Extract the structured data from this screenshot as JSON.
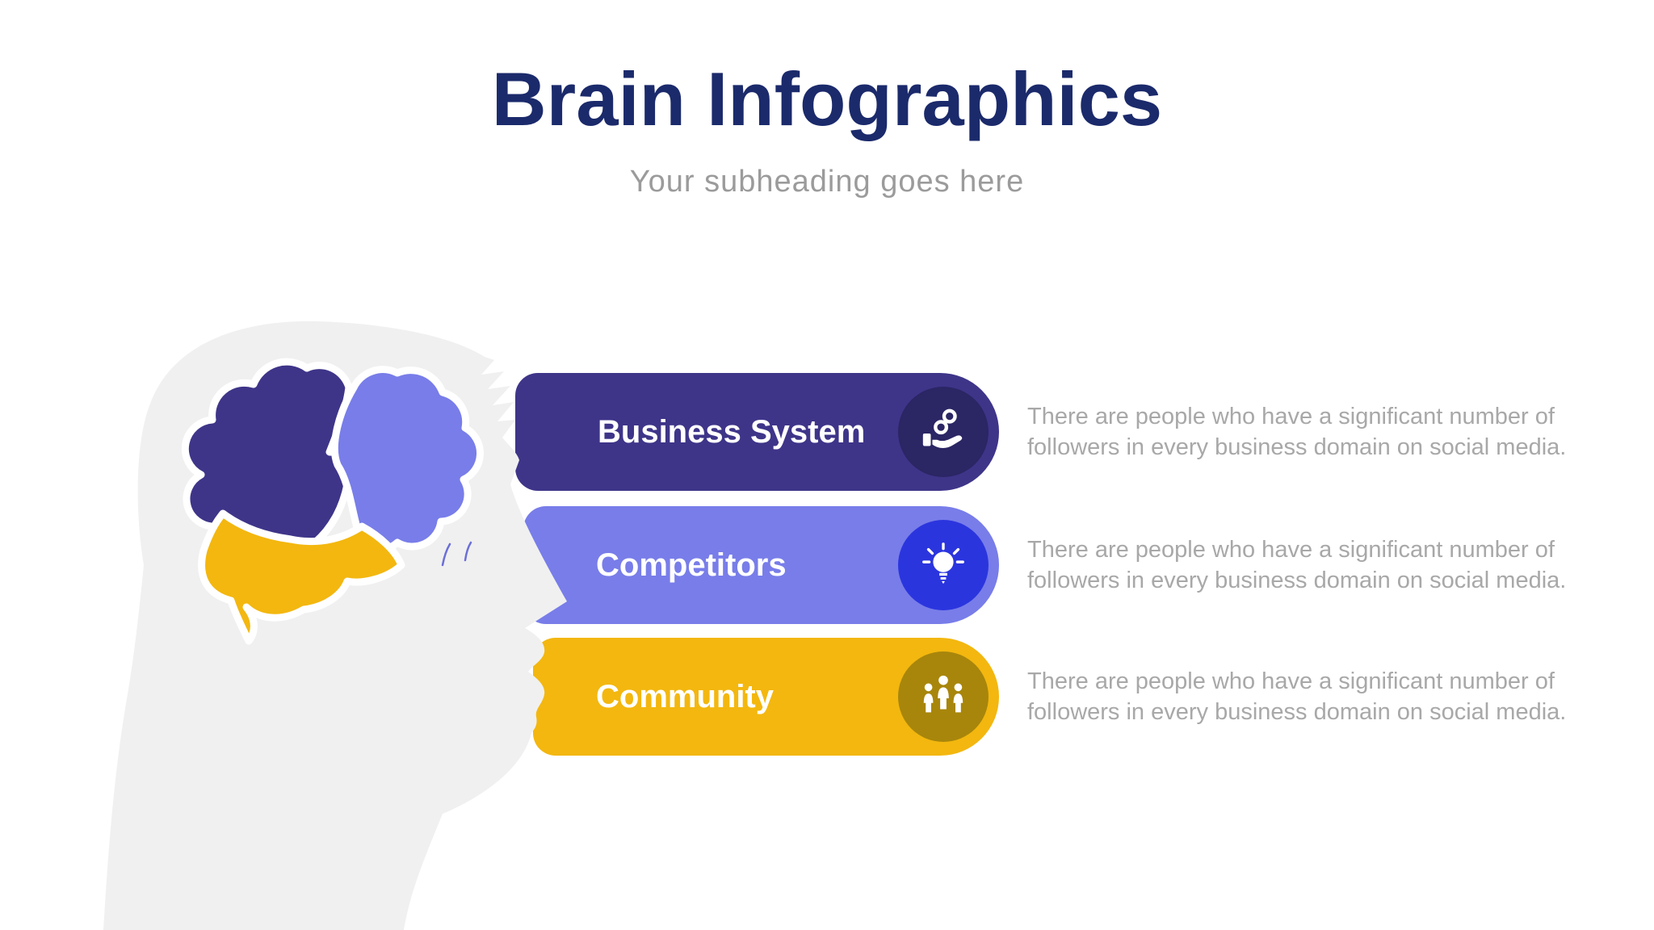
{
  "slide": {
    "title": "Brain Infographics",
    "subtitle": "Your subheading goes here"
  },
  "items": [
    {
      "label": "Business System",
      "description": "There are people who have a significant number of followers in every business domain on social media.",
      "bar_color": "#3e3589",
      "icon_bg": "#2b2664",
      "icon": "coins-in-hand-icon"
    },
    {
      "label": "Competitors",
      "description": "There are people who have a significant number of followers in every business domain on social media.",
      "bar_color": "#787de9",
      "icon_bg": "#2b35de",
      "icon": "lightbulb-icon"
    },
    {
      "label": "Community",
      "description": "There are people who have a significant number of followers in every business domain on social media.",
      "bar_color": "#f3b70f",
      "icon_bg": "#a8860b",
      "icon": "people-icon"
    }
  ],
  "colors": {
    "title": "#1b2a6b",
    "subtitle": "#9b9b9b",
    "description": "#a8a8a8",
    "label_text": "#ffffff",
    "head": "#f0f0f0",
    "brain_dark": "#3e3589",
    "brain_periwinkle": "#787de9",
    "brain_yellow": "#f3b70f",
    "brain_outline": "#ffffff",
    "eyelash": "#6b6fd8"
  }
}
